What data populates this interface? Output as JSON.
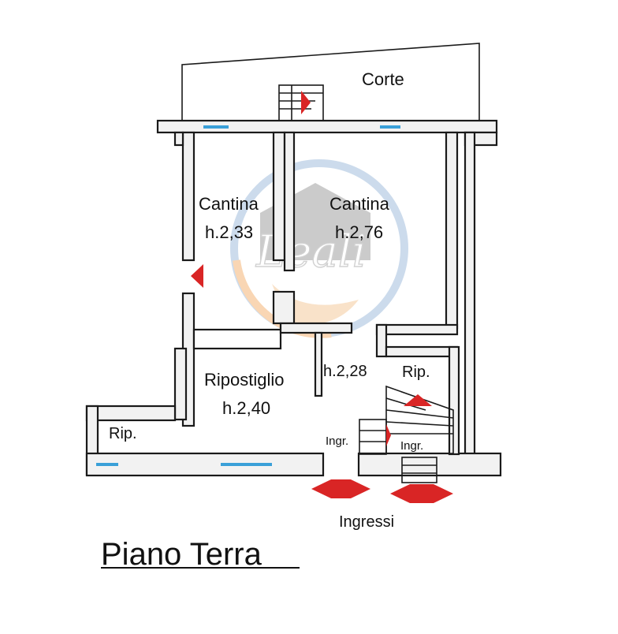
{
  "plan": {
    "title": "Piano Terra",
    "labels": {
      "corte": "Corte",
      "cantina_left_name": "Cantina",
      "cantina_left_height": "h.2,33",
      "cantina_right_name": "Cantina",
      "cantina_right_height": "h.2,76",
      "ripostiglio_name": "Ripostiglio",
      "ripostiglio_height": "h.2,40",
      "hall_height": "h.2,28",
      "rip_right": "Rip.",
      "rip_left": "Rip.",
      "ingr_left": "Ingr.",
      "ingr_right": "Ingr.",
      "ingressi": "Ingressi"
    },
    "colors": {
      "wall_fill": "#f2f2f2",
      "wall_stroke": "#1a1a1a",
      "arrow": "#d92525",
      "window": "#3aa0d8",
      "watermark_blue": "#2f6fb3",
      "watermark_orange": "#f2a65a"
    },
    "watermark": {
      "text": "Leali",
      "icon": "house-handshake-logo"
    }
  }
}
